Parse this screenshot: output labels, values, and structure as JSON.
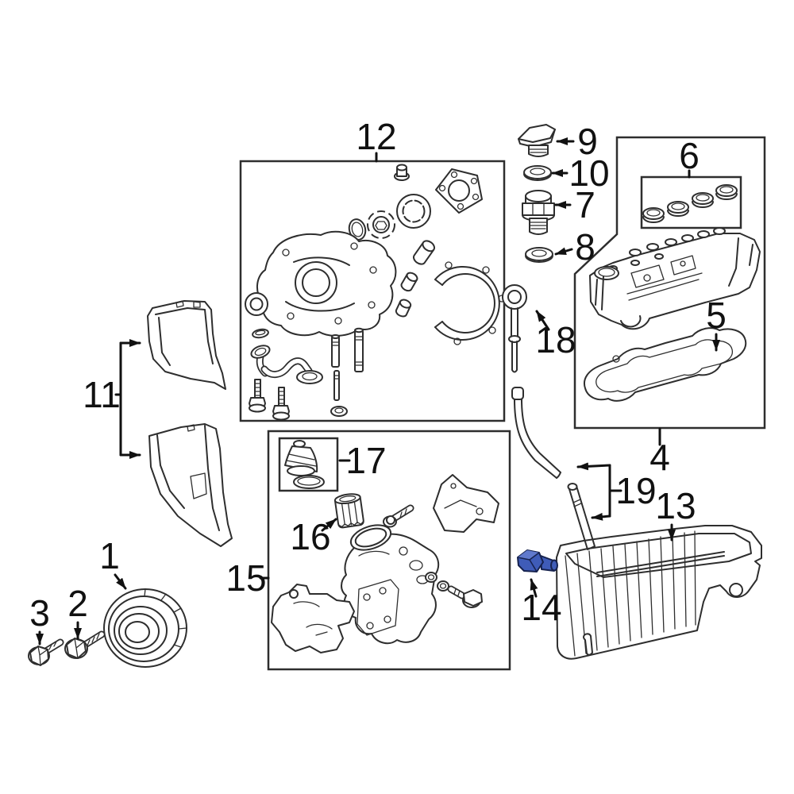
{
  "style": {
    "line_color": "#2e2e2e",
    "label_color": "#111111",
    "highlight_fill": "#3f5cb8",
    "highlight_light": "#6079cc",
    "highlight_stroke": "#16224e",
    "background": "#ffffff"
  },
  "callouts": [
    {
      "label": "1",
      "part": "crankshaft-pulley"
    },
    {
      "label": "2",
      "part": "pulley-bolt"
    },
    {
      "label": "3",
      "part": "small-bolt"
    },
    {
      "label": "4",
      "part": "valve-cover-kit"
    },
    {
      "label": "5",
      "part": "valve-cover-gasket"
    },
    {
      "label": "6",
      "part": "spark-plug-tube-seal-set"
    },
    {
      "label": "7",
      "part": "oil-pressure-plug"
    },
    {
      "label": "8",
      "part": "plug-seal"
    },
    {
      "label": "9",
      "part": "oil-filler-plug"
    },
    {
      "label": "10",
      "part": "filler-plug-gasket"
    },
    {
      "label": "11",
      "part": "timing-belt-covers"
    },
    {
      "label": "12",
      "part": "oil-pump-kit"
    },
    {
      "label": "13",
      "part": "oil-pan"
    },
    {
      "label": "14",
      "part": "oil-drain-plug-highlighted"
    },
    {
      "label": "15",
      "part": "oil-filter-housing-kit"
    },
    {
      "label": "16",
      "part": "oil-filter-element"
    },
    {
      "label": "17",
      "part": "oil-filter-cap"
    },
    {
      "label": "18",
      "part": "oil-dipstick"
    },
    {
      "label": "19",
      "part": "dipstick-tube"
    }
  ]
}
